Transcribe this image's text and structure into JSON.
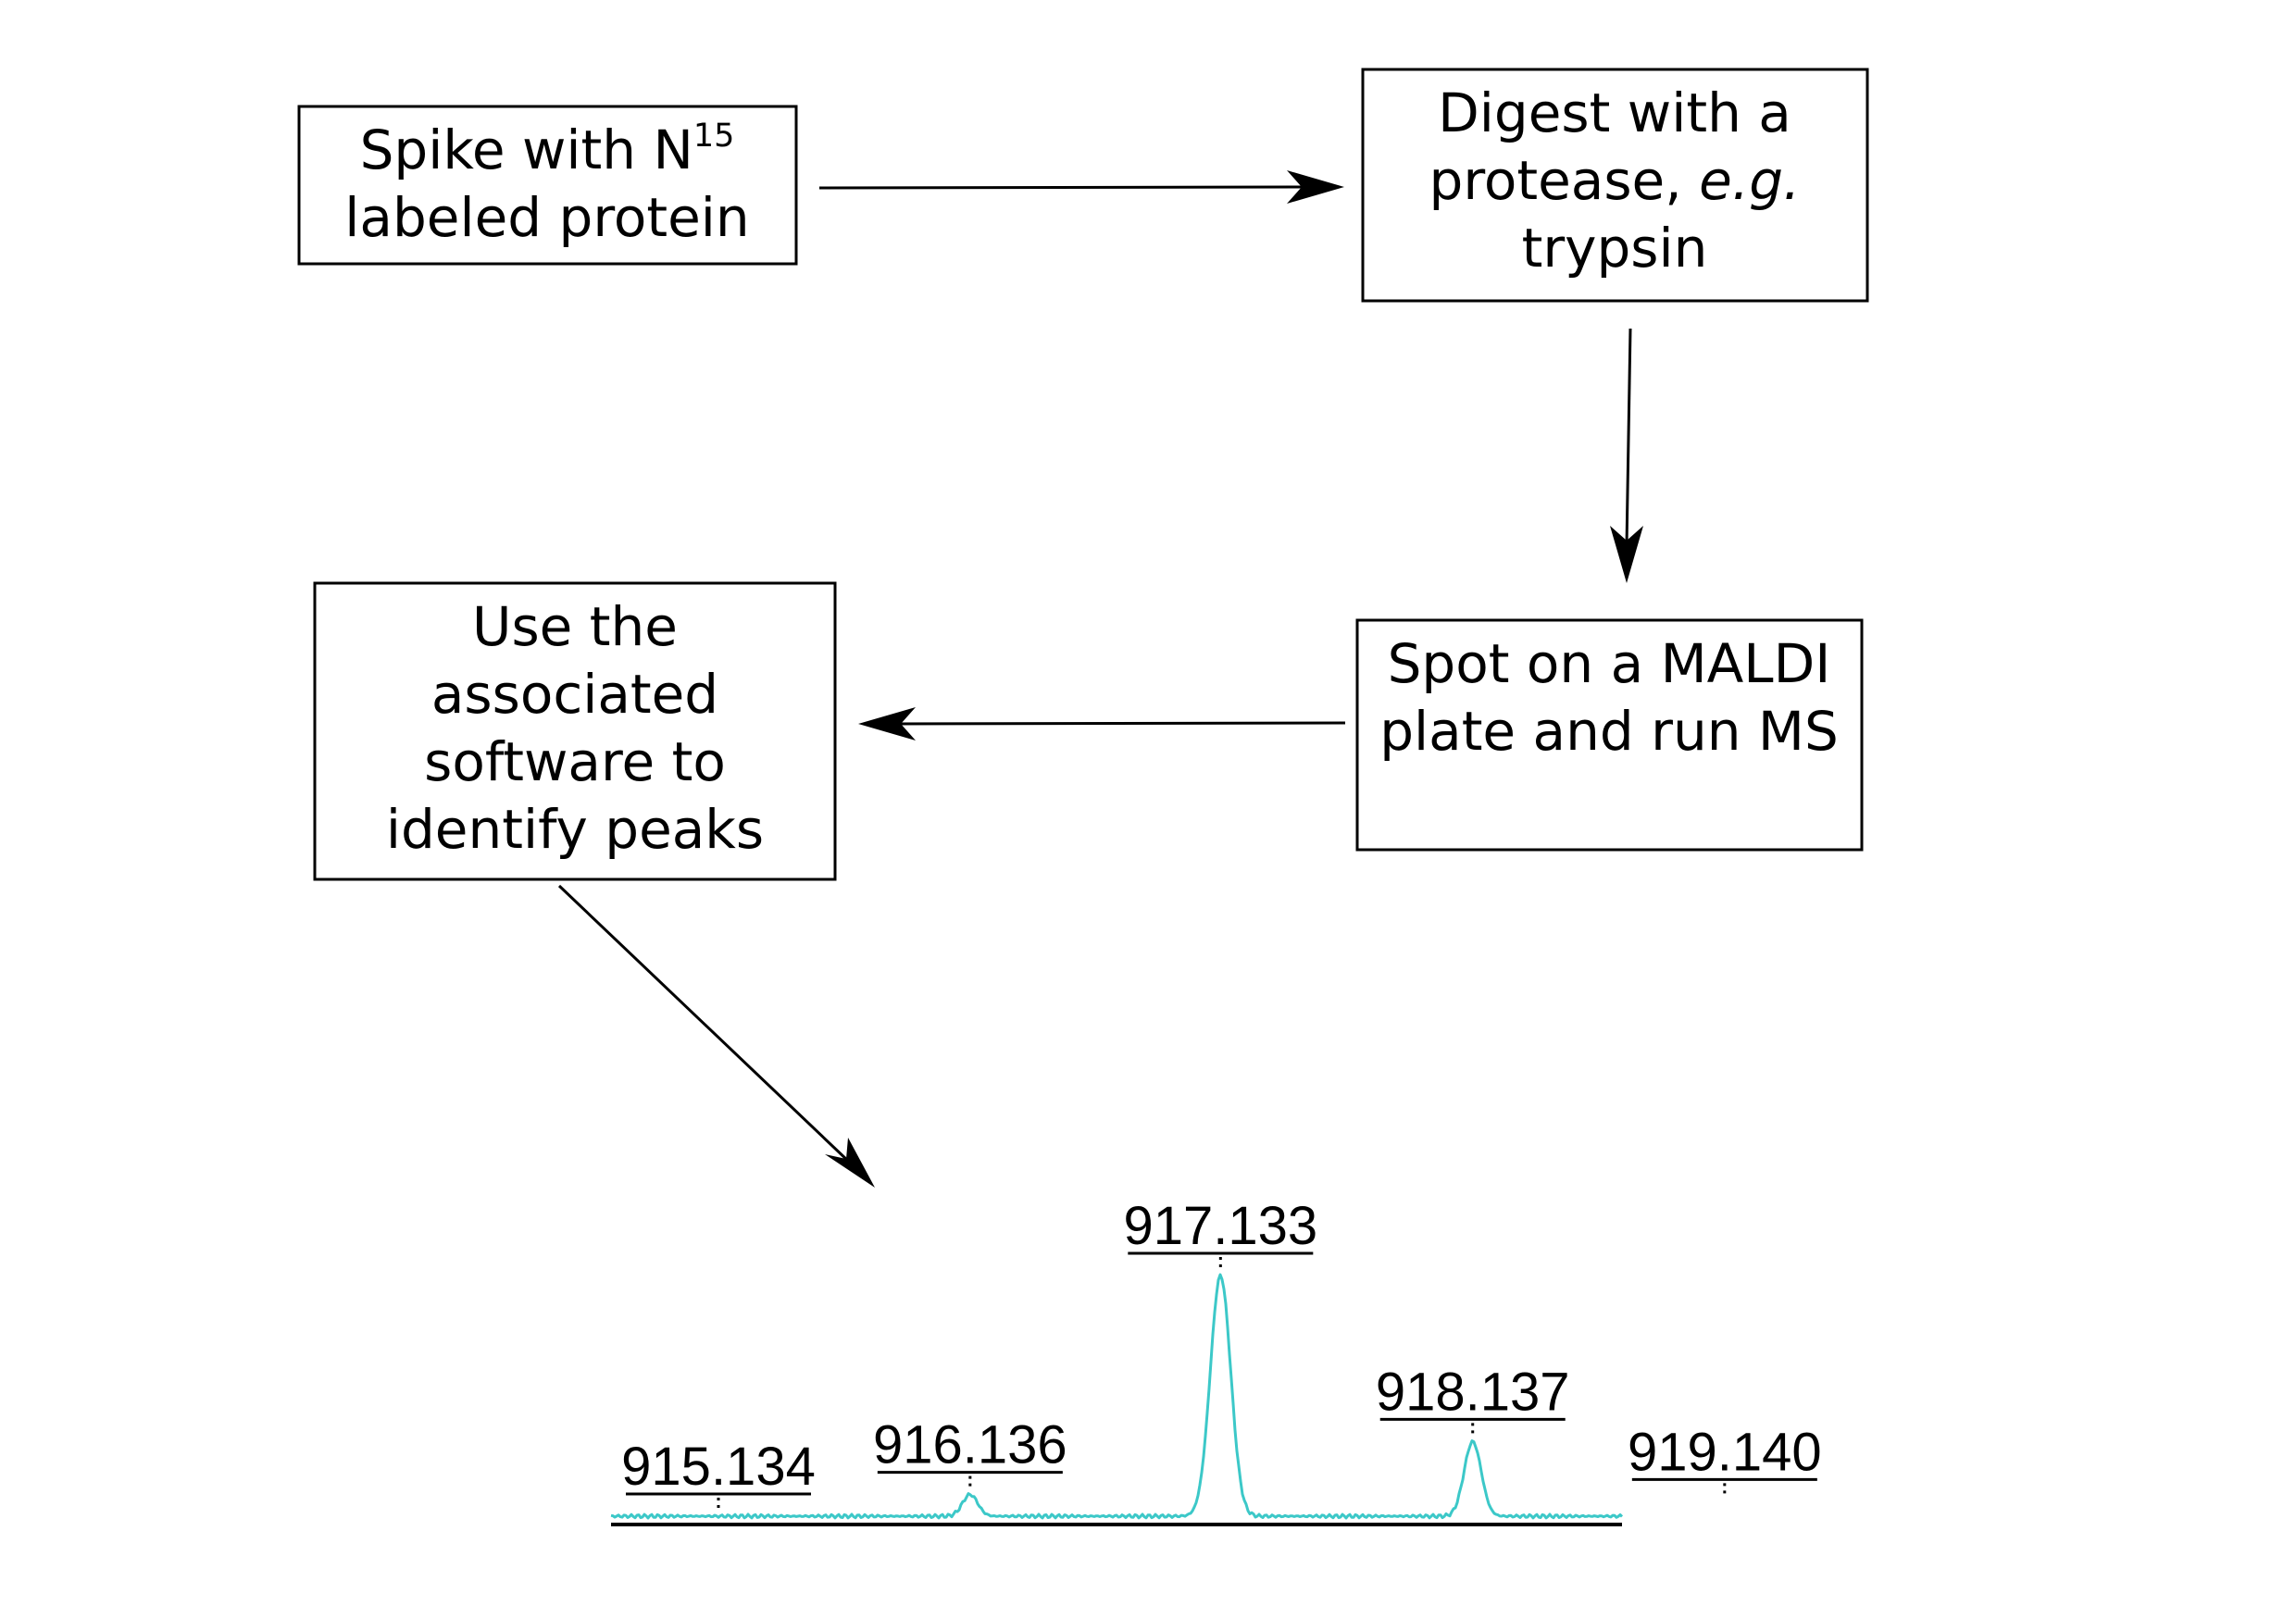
{
  "steps": {
    "spike": {
      "line1_prefix": "Spike with N",
      "line1_superscript": "15",
      "line2": "labeled protein"
    },
    "digest": {
      "line1": "Digest with a",
      "line2_prefix": "protease, ",
      "line2_italic": "e.g.",
      "line3": "trypsin"
    },
    "maldi": {
      "line1": "Spot on a MALDI",
      "line2": "plate and run MS"
    },
    "software": {
      "line1": "Use the",
      "line2": "associated",
      "line3": "software to",
      "line4": "identify peaks"
    }
  },
  "spectrum": {
    "trace_color": "#3cc8c8",
    "peaks": [
      {
        "mz": 915.134,
        "label": "915.134",
        "relative_intensity": 0.0
      },
      {
        "mz": 916.136,
        "label": "916.136",
        "relative_intensity": 0.09
      },
      {
        "mz": 917.133,
        "label": "917.133",
        "relative_intensity": 1.0
      },
      {
        "mz": 918.137,
        "label": "918.137",
        "relative_intensity": 0.31
      },
      {
        "mz": 919.14,
        "label": "919.140",
        "relative_intensity": 0.06
      }
    ]
  }
}
